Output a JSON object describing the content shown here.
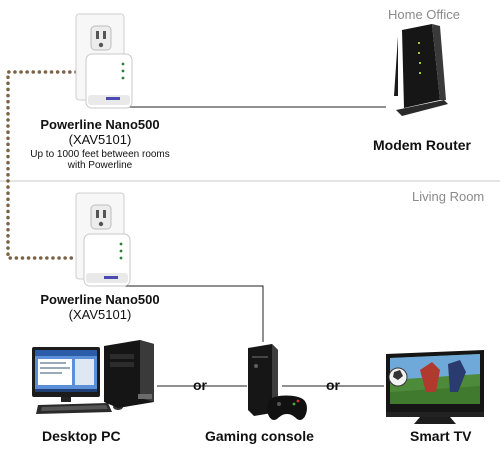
{
  "rooms": {
    "top": "Home Office",
    "bottom": "Living Room"
  },
  "adapter_top": {
    "name": "Powerline Nano500",
    "model": "(XAV5101)",
    "note_line1": "Up to 1000 feet between rooms",
    "note_line2": "with Powerline"
  },
  "router": {
    "label": "Modem Router"
  },
  "adapter_bottom": {
    "name": "Powerline Nano500",
    "model": "(XAV5101)"
  },
  "devices": {
    "desktop": "Desktop PC",
    "console": "Gaming console",
    "tv": "Smart TV"
  },
  "connector_word": "or",
  "colors": {
    "powerline_dots": "#7a6246",
    "divider": "#c8c8c8",
    "room_label": "#8a8a8a",
    "cable": "#222222"
  }
}
